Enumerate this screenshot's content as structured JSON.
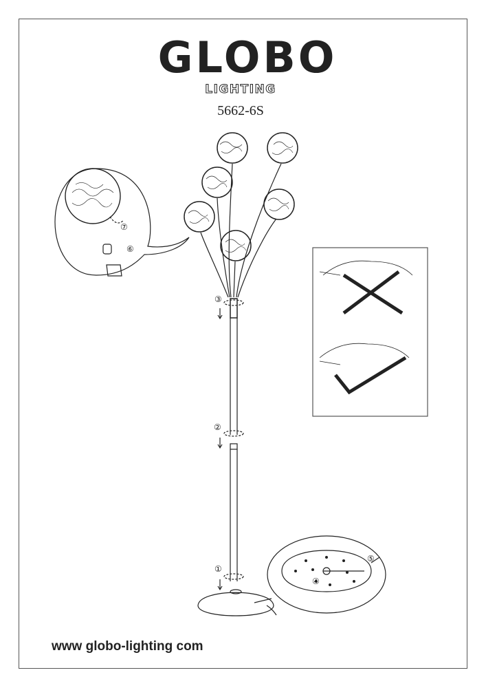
{
  "brand": {
    "name": "GLOBO",
    "sub": "LIGHTING"
  },
  "model": "5662-6S",
  "steps": [
    "①",
    "②",
    "③",
    "④",
    "⑤",
    "⑥",
    "⑦"
  ],
  "footer": {
    "url": "www globo-lighting com"
  }
}
